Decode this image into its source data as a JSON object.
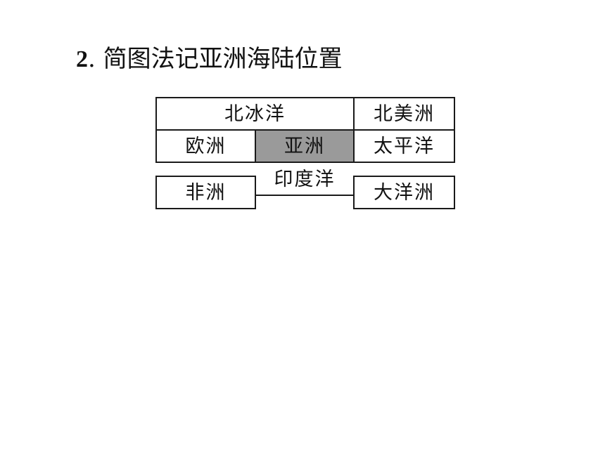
{
  "heading": {
    "number": "2",
    "text": ". 简图法记亚洲海陆位置"
  },
  "diagram": {
    "cells": {
      "arctic_ocean": "北冰洋",
      "north_america": "北美洲",
      "europe": "欧洲",
      "asia": "亚洲",
      "pacific_ocean": "太平洋",
      "indian_ocean": "印度洋",
      "africa": "非洲",
      "oceania": "大洋洲"
    },
    "colors": {
      "highlight": "#9a9a9a",
      "border": "#1a1a1a"
    }
  }
}
